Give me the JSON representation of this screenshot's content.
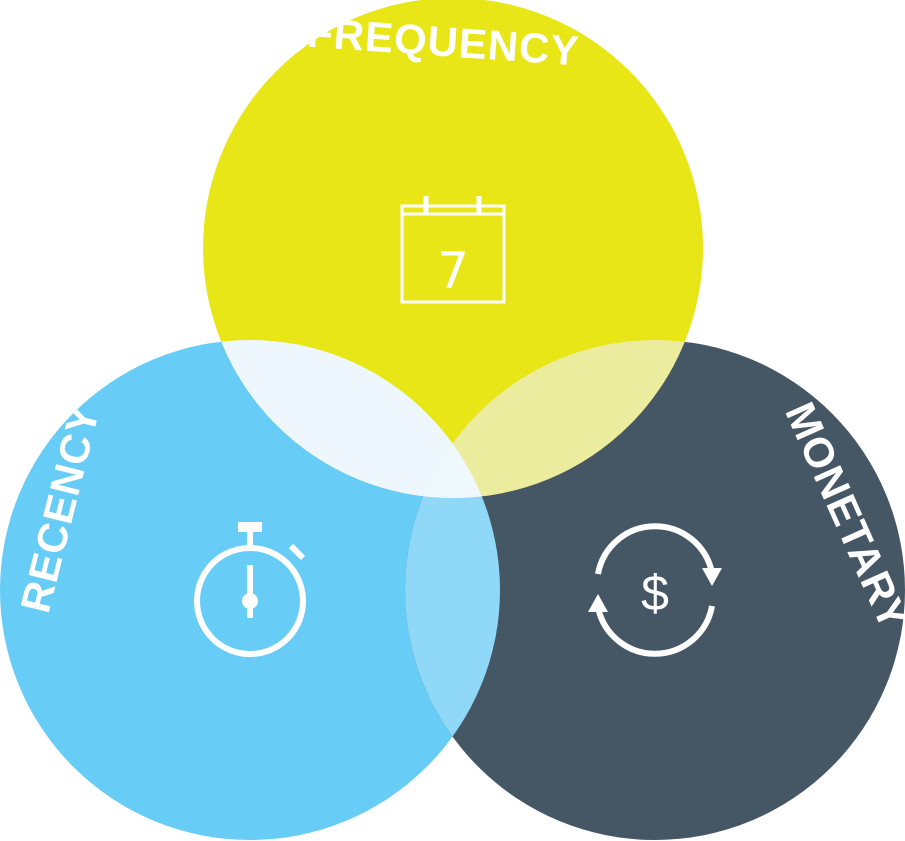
{
  "diagram": {
    "circles": {
      "frequency": {
        "label": "FREQUENCY",
        "color": "#e8e616",
        "icon": "calendar-icon"
      },
      "recency": {
        "label": "RECENCY",
        "color": "#67cdf6",
        "icon": "stopwatch-icon"
      },
      "monetary": {
        "label": "MONETARY",
        "color": "#455665",
        "icon": "currency-cycle-icon"
      }
    },
    "overlap_colors": {
      "recency_frequency": "#edf7fd",
      "frequency_monetary": "#ecec9f",
      "recency_monetary": "#8fd8f8",
      "center": "#eef8fd"
    },
    "calendar_icon": {
      "day": "7"
    },
    "currency_icon": {
      "symbol": "$"
    }
  }
}
